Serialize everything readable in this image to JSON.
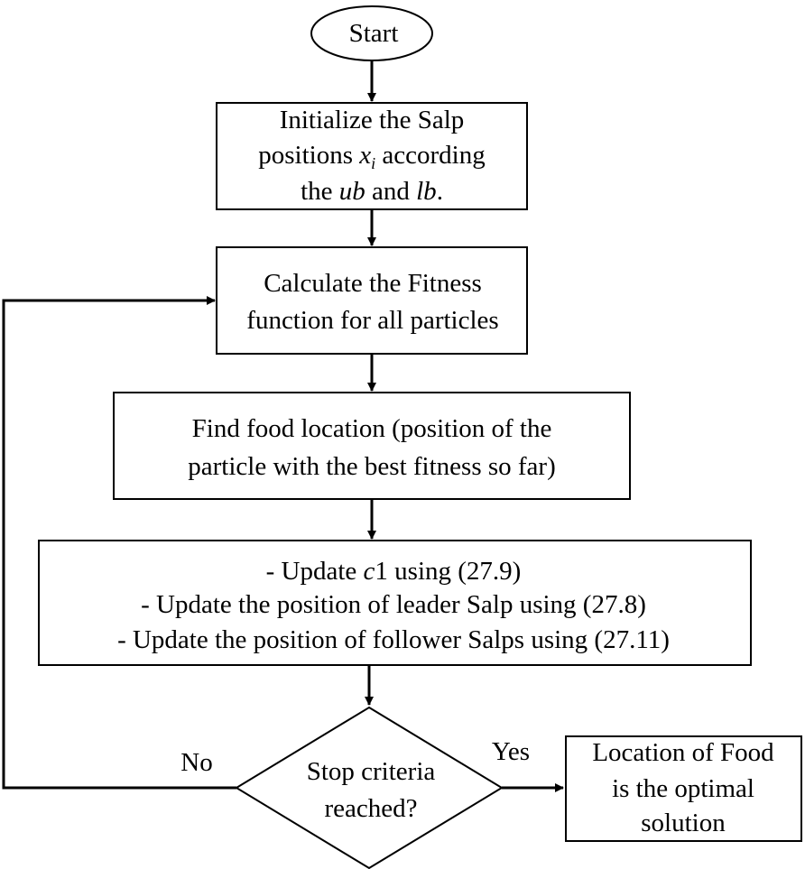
{
  "nodes": {
    "start": {
      "label": "Start"
    },
    "init": {
      "line1": "Initialize the Salp",
      "line2_pre": "positions ",
      "line2_var": "x",
      "line2_sub": "i",
      "line2_post": " according",
      "line3_pre": "the ",
      "line3_ub": "ub",
      "line3_mid": " and ",
      "line3_lb": "lb",
      "line3_post": "."
    },
    "fitness": {
      "line1": "Calculate the Fitness",
      "line2": "function for all particles"
    },
    "food": {
      "line1": "Find food location (position of the",
      "line2": "particle with the best fitness so far)"
    },
    "update": {
      "line1_pre": "- Update ",
      "line1_var": "c",
      "line1_post": "1 using (27.9)",
      "line2": "- Update the position of leader Salp using (27.8)",
      "line3": "- Update the position of follower Salps using (27.11)"
    },
    "decision": {
      "line1": "Stop criteria",
      "line2": "reached?"
    },
    "result": {
      "line1": "Location of Food",
      "line2": "is the optimal",
      "line3": "solution"
    }
  },
  "edges": {
    "no_label": "No",
    "yes_label": "Yes"
  }
}
